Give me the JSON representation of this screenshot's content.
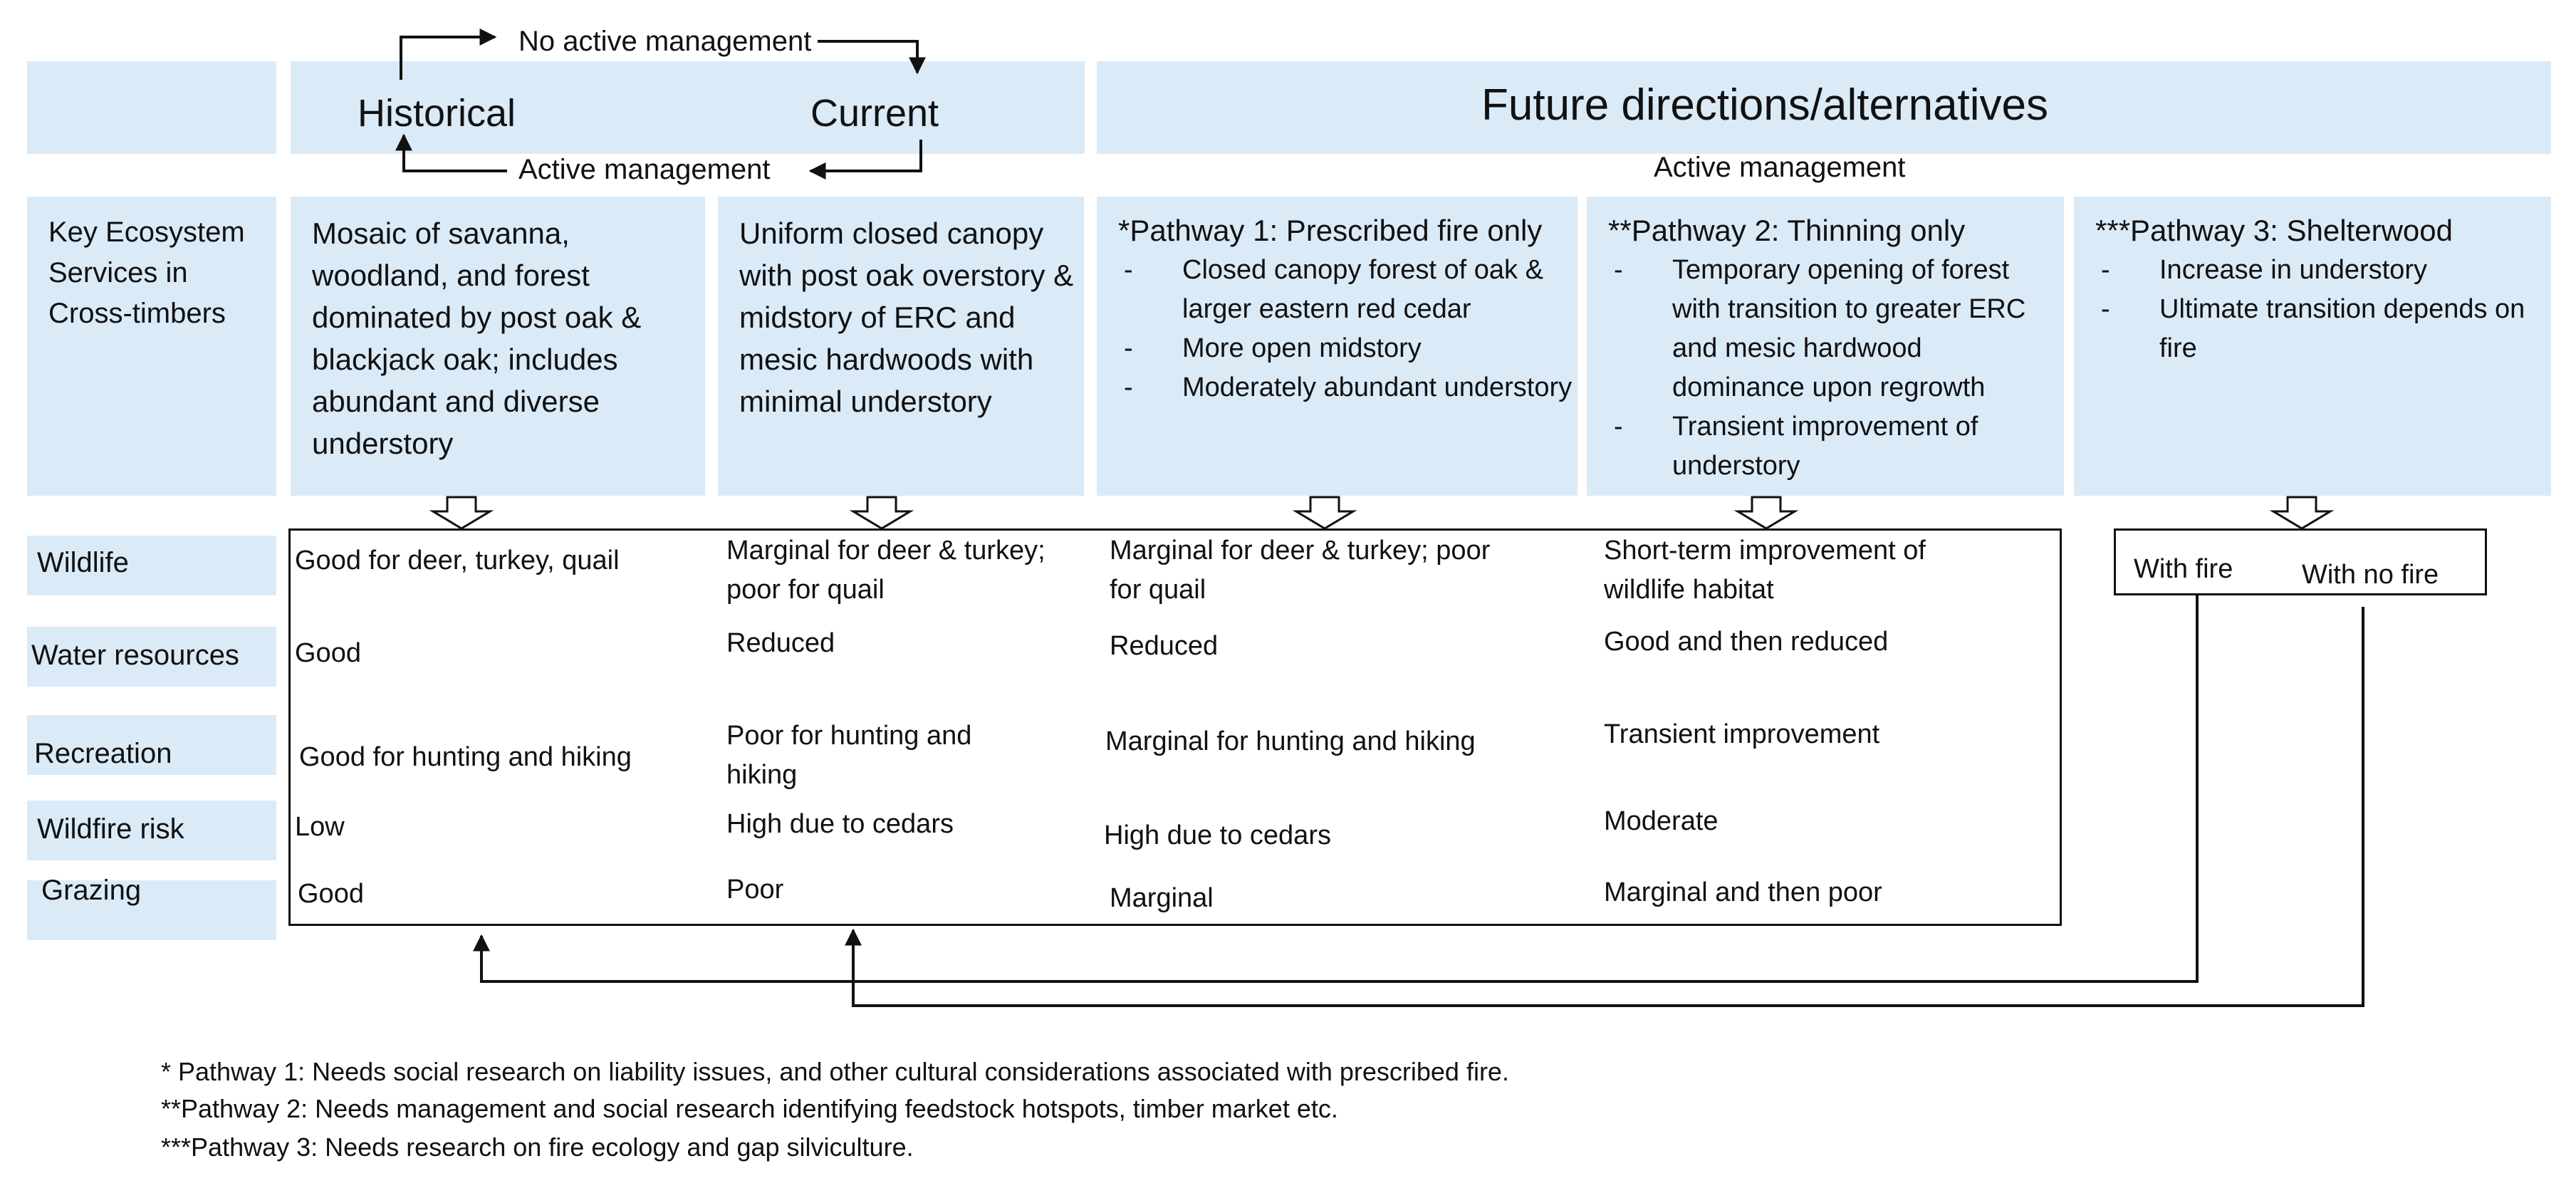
{
  "top": {
    "no_active_management": "No active management",
    "active_management_left": "Active management",
    "historical": "Historical",
    "current": "Current",
    "future_title": "Future directions/alternatives",
    "active_management_right": "Active management"
  },
  "key_services": "Key Ecosystem Services in Cross-timbers",
  "descriptions": {
    "historical": "Mosaic of savanna, woodland, and forest dominated by post oak & blackjack oak; includes abundant and diverse understory",
    "current": "Uniform closed canopy with post oak overstory & midstory of ERC and mesic hardwoods with minimal understory",
    "pathway1": {
      "title": "*Pathway 1: Prescribed fire only",
      "items": [
        "Closed canopy forest of oak & larger eastern red cedar",
        "More open midstory",
        "Moderately abundant understory"
      ]
    },
    "pathway2": {
      "title": "**Pathway 2: Thinning only",
      "items": [
        "Temporary opening of forest with transition to greater ERC and mesic hardwood dominance upon regrowth",
        "Transient improvement of understory"
      ]
    },
    "pathway3": {
      "title": "***Pathway 3: Shelterwood",
      "items": [
        "Increase in understory",
        "Ultimate transition depends on fire"
      ]
    }
  },
  "rows": [
    {
      "label": "Wildlife",
      "historical": "Good for deer, turkey, quail",
      "current": "Marginal for deer & turkey; poor for quail",
      "pathway1": "Marginal for deer & turkey; poor for quail",
      "pathway2": "Short-term improvement of wildlife habitat"
    },
    {
      "label": "Water resources",
      "historical": "Good",
      "current": "Reduced",
      "pathway1": "Reduced",
      "pathway2": "Good and then reduced"
    },
    {
      "label": "Recreation",
      "historical": "Good for hunting and hiking",
      "current": "Poor for hunting and hiking",
      "pathway1": "Marginal for hunting and hiking",
      "pathway2": "Transient improvement"
    },
    {
      "label": "Wildfire risk",
      "historical": "Low",
      "current": "High due to cedars",
      "pathway1": "High due to cedars",
      "pathway2": "Moderate"
    },
    {
      "label": "Grazing",
      "historical": "Good",
      "current": "Poor",
      "pathway1": "Marginal",
      "pathway2": "Marginal and then poor"
    }
  ],
  "fire_box": {
    "with_fire": "With fire",
    "with_no_fire": "With no fire"
  },
  "notes": [
    "* Pathway 1: Needs social research on liability issues, and other cultural considerations associated with prescribed fire.",
    "**Pathway 2: Needs management and social research identifying feedstock hotspots, timber market etc.",
    "***Pathway 3: Needs research on fire ecology and gap silviculture."
  ],
  "colors": {
    "box_fill": "#dbeaf7",
    "line": "#111111"
  }
}
